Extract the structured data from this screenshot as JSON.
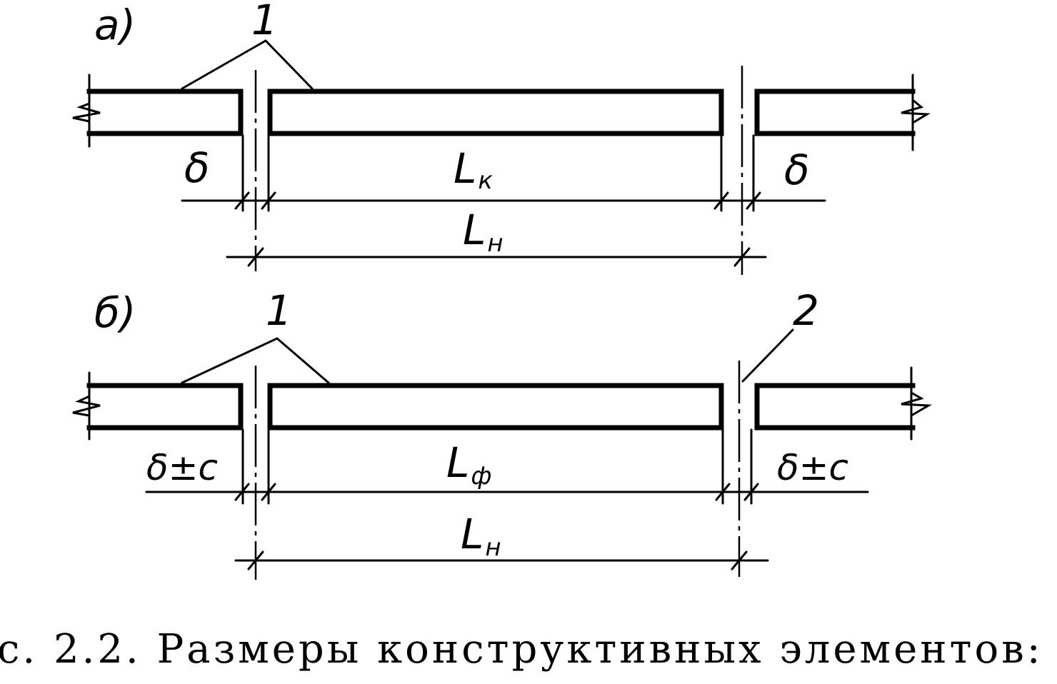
{
  "diagram_a": {
    "label": "a)",
    "leader_number": "1",
    "gap_left": "δ",
    "gap_right": "δ",
    "length_k_main": "L",
    "length_k_sub": "к",
    "length_n_main": "L",
    "length_n_sub": "н"
  },
  "diagram_b": {
    "label": "б)",
    "leader_number_1": "1",
    "leader_number_2": "2",
    "gap_left": "δ±c",
    "gap_right": "δ±c",
    "length_f_main": "L",
    "length_f_sub": "ф",
    "length_n_main": "L",
    "length_n_sub": "н"
  },
  "caption": "с. 2.2. Размеры конструктивных элементов:"
}
